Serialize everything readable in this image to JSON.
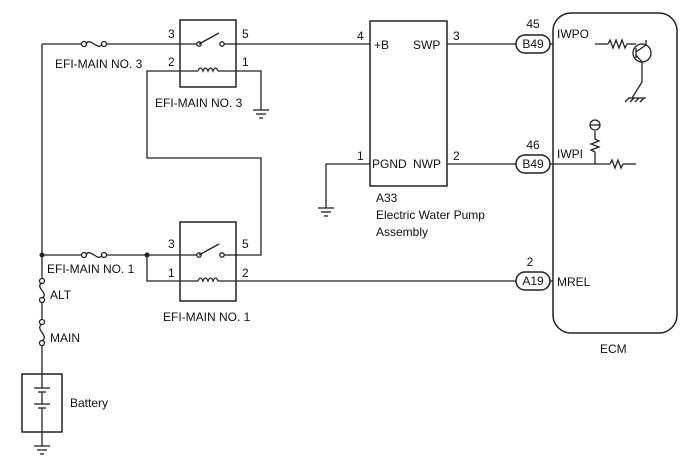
{
  "fuses": {
    "efi_main_no3": "EFI-MAIN NO. 3",
    "efi_main_no1": "EFI-MAIN NO. 1",
    "alt": "ALT",
    "main": "MAIN"
  },
  "relays": {
    "no3": {
      "label": "EFI-MAIN NO. 3",
      "pins": [
        "3",
        "2",
        "5",
        "1"
      ]
    },
    "no1": {
      "label": "EFI-MAIN NO. 1",
      "pins": [
        "3",
        "1",
        "5",
        "2"
      ]
    }
  },
  "pump": {
    "code": "A33",
    "name_line1": "Electric Water Pump",
    "name_line2": "Assembly",
    "terminals": {
      "b": "+B",
      "swp": "SWP",
      "pgnd": "PGND",
      "nwp": "NWP"
    },
    "pins": {
      "b": "4",
      "swp": "3",
      "pgnd": "1",
      "nwp": "2"
    }
  },
  "connectors": [
    {
      "code": "B49",
      "pin": "45",
      "signal": "IWPO"
    },
    {
      "code": "B49",
      "pin": "46",
      "signal": "IWPI"
    },
    {
      "code": "A19",
      "pin": "2",
      "signal": "MREL"
    }
  ],
  "ecm": {
    "label": "ECM"
  },
  "battery": {
    "label": "Battery"
  }
}
